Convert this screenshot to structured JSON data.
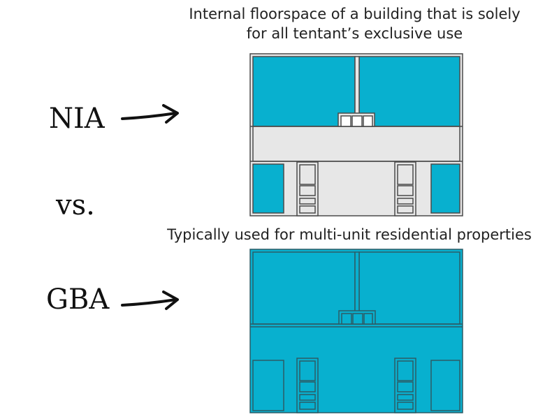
{
  "captions": {
    "top_line1": "Internal floorspace of a building that is solely",
    "top_line2": "for all tentant’s exclusive use",
    "bottom": "Typically used for multi-unit residential properties"
  },
  "labels": {
    "nia": "NIA",
    "vs": "vs.",
    "gba": "GBA"
  },
  "colors": {
    "teal": "#08b0cf",
    "grey": "#e7e7e7",
    "wall": "#4a4a4a",
    "text": "#222222"
  },
  "icons": {
    "nia_arrow": "right-arrow-icon",
    "gba_arrow": "right-arrow-icon"
  }
}
